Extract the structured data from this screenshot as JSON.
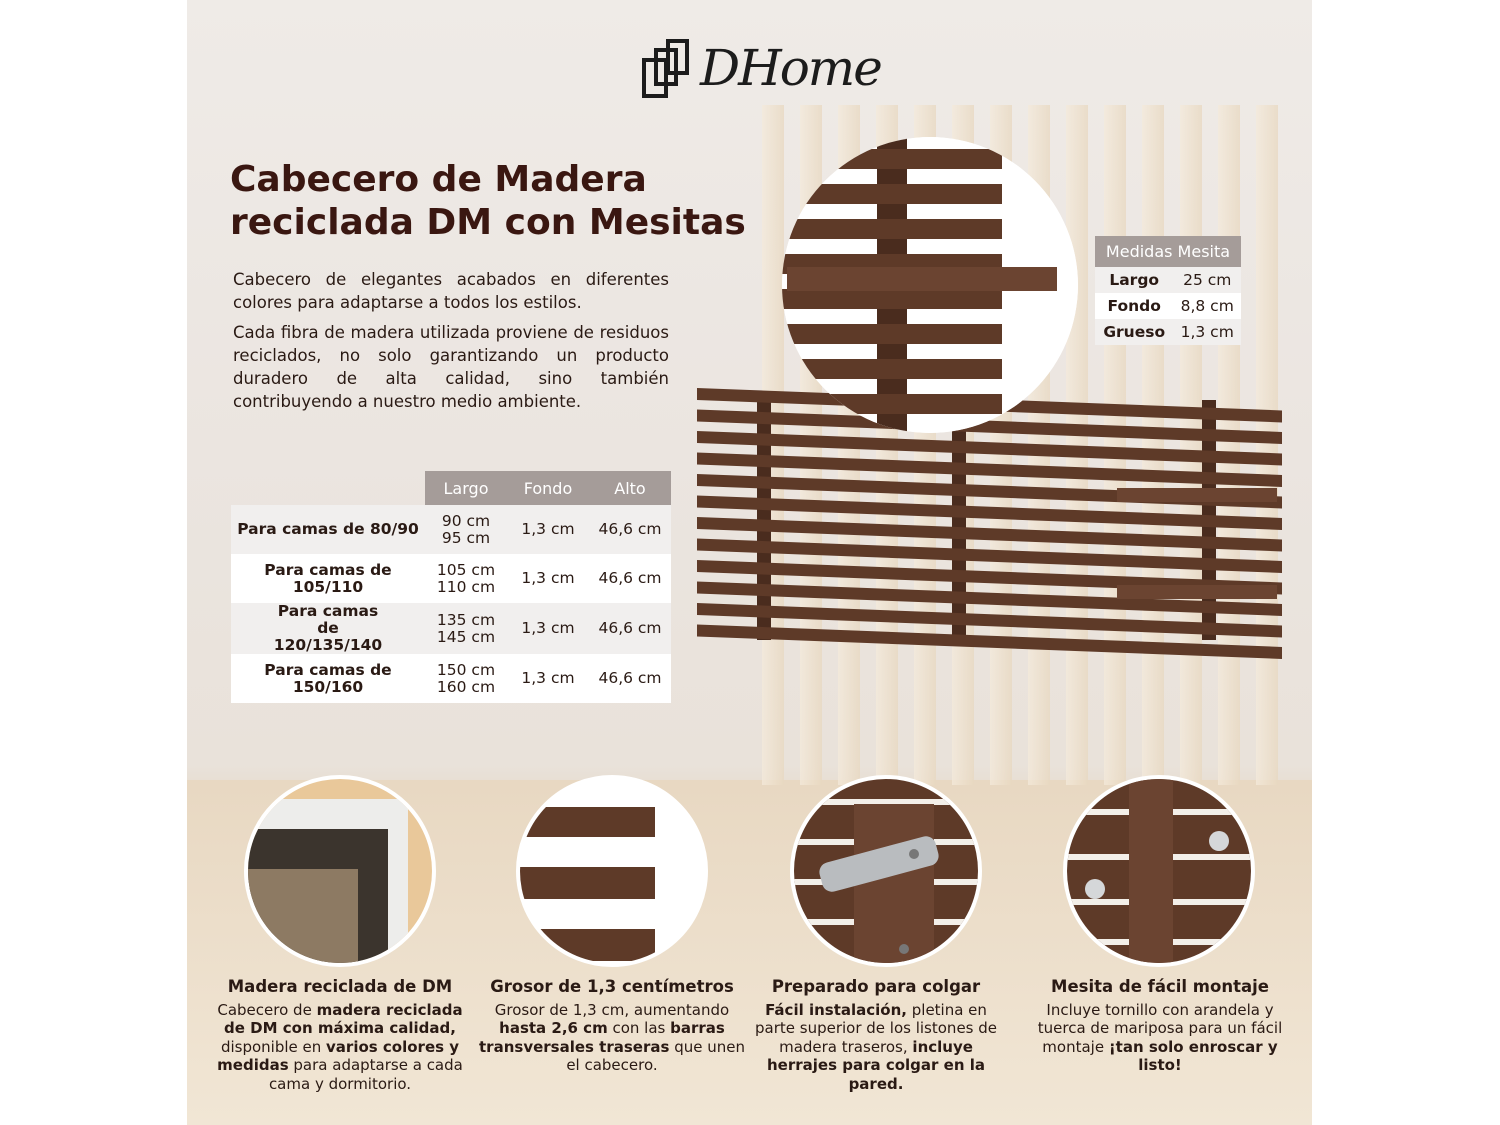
{
  "brand": {
    "logo_text": "DHome"
  },
  "title": [
    "Cabecero de Madera",
    "reciclada DM con Mesitas"
  ],
  "description": [
    "Cabecero de elegantes acabados en diferentes colores para adaptarse a todos los estilos.",
    "Cada fibra de madera utilizada proviene de residuos reciclados, no solo garantizando un producto duradero de alta calidad, sino también contribuyendo a nuestro medio ambiente."
  ],
  "sizes_table": {
    "headers": [
      "Largo",
      "Fondo",
      "Alto"
    ],
    "rows": [
      {
        "label": "Para camas de 80/90",
        "largo": [
          "90 cm",
          "95 cm"
        ],
        "fondo": "1,3 cm",
        "alto": "46,6 cm"
      },
      {
        "label": "Para camas de 105/110",
        "largo": [
          "105 cm",
          "110 cm"
        ],
        "fondo": "1,3 cm",
        "alto": "46,6 cm"
      },
      {
        "label": "Para camas de 120/135/140",
        "largo": [
          "135 cm",
          "145 cm"
        ],
        "fondo": "1,3 cm",
        "alto": "46,6 cm"
      },
      {
        "label": "Para camas de 150/160",
        "largo": [
          "150 cm",
          "160 cm"
        ],
        "fondo": "1,3 cm",
        "alto": "46,6 cm"
      }
    ]
  },
  "mesita_table": {
    "header": "Medidas Mesita",
    "rows": [
      {
        "k": "Largo",
        "v": "25 cm"
      },
      {
        "k": "Fondo",
        "v": "8,8 cm"
      },
      {
        "k": "Grueso",
        "v": "1,3 cm"
      }
    ]
  },
  "features": [
    {
      "title": "Madera reciclada de DM",
      "body": [
        [
          "Cabecero de ",
          false
        ],
        [
          "madera reciclada de DM con máxima calidad,",
          true
        ],
        [
          " disponible en ",
          false
        ],
        [
          "varios colores y medidas",
          true
        ],
        [
          " para adaptarse a cada cama y dormitorio.",
          false
        ]
      ]
    },
    {
      "title": "Grosor de 1,3 centímetros",
      "body": [
        [
          "Grosor de 1,3 cm, aumentando ",
          false
        ],
        [
          "hasta 2,6 cm",
          true
        ],
        [
          " con las ",
          false
        ],
        [
          "barras transversales traseras",
          true
        ],
        [
          " que unen el cabecero.",
          false
        ]
      ]
    },
    {
      "title": "Preparado para colgar",
      "body": [
        [
          "Fácil instalación,",
          true
        ],
        [
          " pletina en parte superior de los listones de madera traseros, ",
          false
        ],
        [
          "incluye herrajes para colgar en la pared.",
          true
        ]
      ]
    },
    {
      "title": "Mesita de fácil montaje",
      "body": [
        [
          "Incluye tornillo con arandela y tuerca de mariposa para un fácil montaje ",
          false
        ],
        [
          "¡tan solo enroscar y listo!",
          true
        ]
      ]
    }
  ],
  "colors": {
    "wood": "#5e3a28",
    "title": "#3a1711",
    "table_header": "#a59c99"
  }
}
